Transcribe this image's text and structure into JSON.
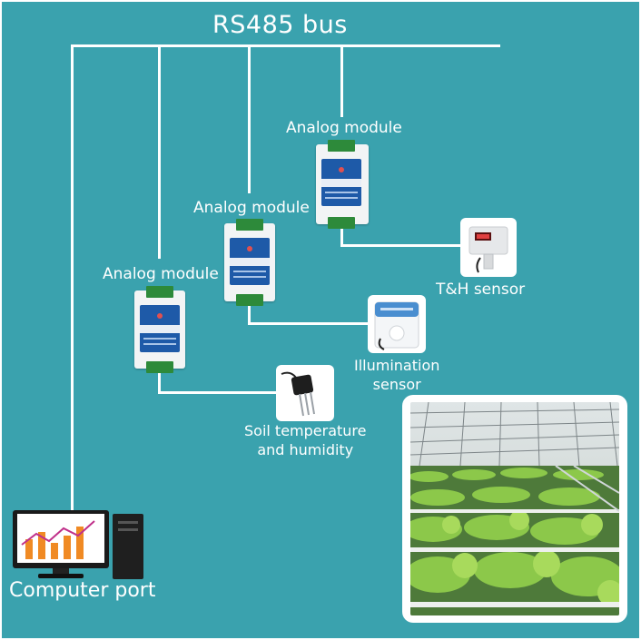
{
  "title": "RS485 bus",
  "modules": [
    {
      "label": "Analog module"
    },
    {
      "label": "Analog module"
    },
    {
      "label": "Analog module"
    }
  ],
  "sensors": {
    "th": "T&H sensor",
    "illumination_line1": "Illumination",
    "illumination_line2": "sensor",
    "soil_line1": "Soil temperature",
    "soil_line2": "and humidity"
  },
  "computer": {
    "label": "Computer port"
  },
  "colors": {
    "background": "#3aa2ae",
    "lines": "#ffffff",
    "module_panel": "#1e5aa8",
    "terminal": "#2d8a3a"
  },
  "icons": {
    "computer": "computer-icon",
    "th_sensor": "temperature-humidity-sensor-icon",
    "illumination_sensor": "illumination-sensor-icon",
    "soil_sensor": "soil-sensor-icon",
    "photo": "greenhouse-photo"
  }
}
